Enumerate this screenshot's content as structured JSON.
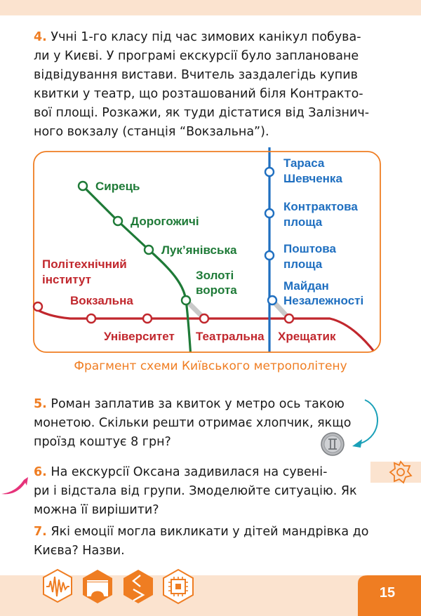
{
  "task4": {
    "num": "4.",
    "lines": [
      "Учні 1-го класу під час зимових канікул побува-",
      "ли у Києві. У програмі екскурсії було заплановане",
      "відвідування вистави. Вчитель заздалегідь купив",
      "квитки у театр, що розташований біля Контракто-",
      "вої площі. Розкажи, як туди дістатися від Залізнич-",
      "ного вокзалу (станція “Вокзальна”)."
    ]
  },
  "map": {
    "caption": "Фрагмент схеми Київського метрополітену",
    "green_stations": [
      "Сирець",
      "Дорогожичі",
      "Лук’янівська",
      "Золоті",
      "ворота"
    ],
    "blue_stations": [
      "Тараса",
      "Шевченка",
      "Контрактова",
      "площа",
      "Поштова",
      "площа",
      "Майдан",
      "Незалежності"
    ],
    "red_stations": [
      "Політехнічний",
      "інститут",
      "Вокзальна",
      "Університет",
      "Театральна",
      "Хрещатик"
    ],
    "colors": {
      "red": "#c1272d",
      "green": "#1e7a37",
      "blue": "#1f6fc0",
      "frame": "#ef7d22"
    }
  },
  "task5": {
    "num": "5.",
    "lines": [
      "Роман заплатив за квиток у метро ось такою",
      "монетою. Скільки решти отримає хлопчик, якщо",
      "проїзд коштує 8 грн?"
    ]
  },
  "task6": {
    "num": "6.",
    "lines": [
      "На екскурсії Оксана задивилася на сувені-",
      "ри і відстала від групи. Змоделюйте ситуацію. Як",
      "можна її вирішити?"
    ]
  },
  "task7": {
    "num": "7.",
    "lines": [
      "Які емоції могла викликати у дітей мандрівка до",
      "Києва? Назви."
    ]
  },
  "footer": {
    "page_number": "15",
    "icons": [
      "sound-wave-icon",
      "bridge-icon",
      "code-icon",
      "chip-icon"
    ]
  }
}
